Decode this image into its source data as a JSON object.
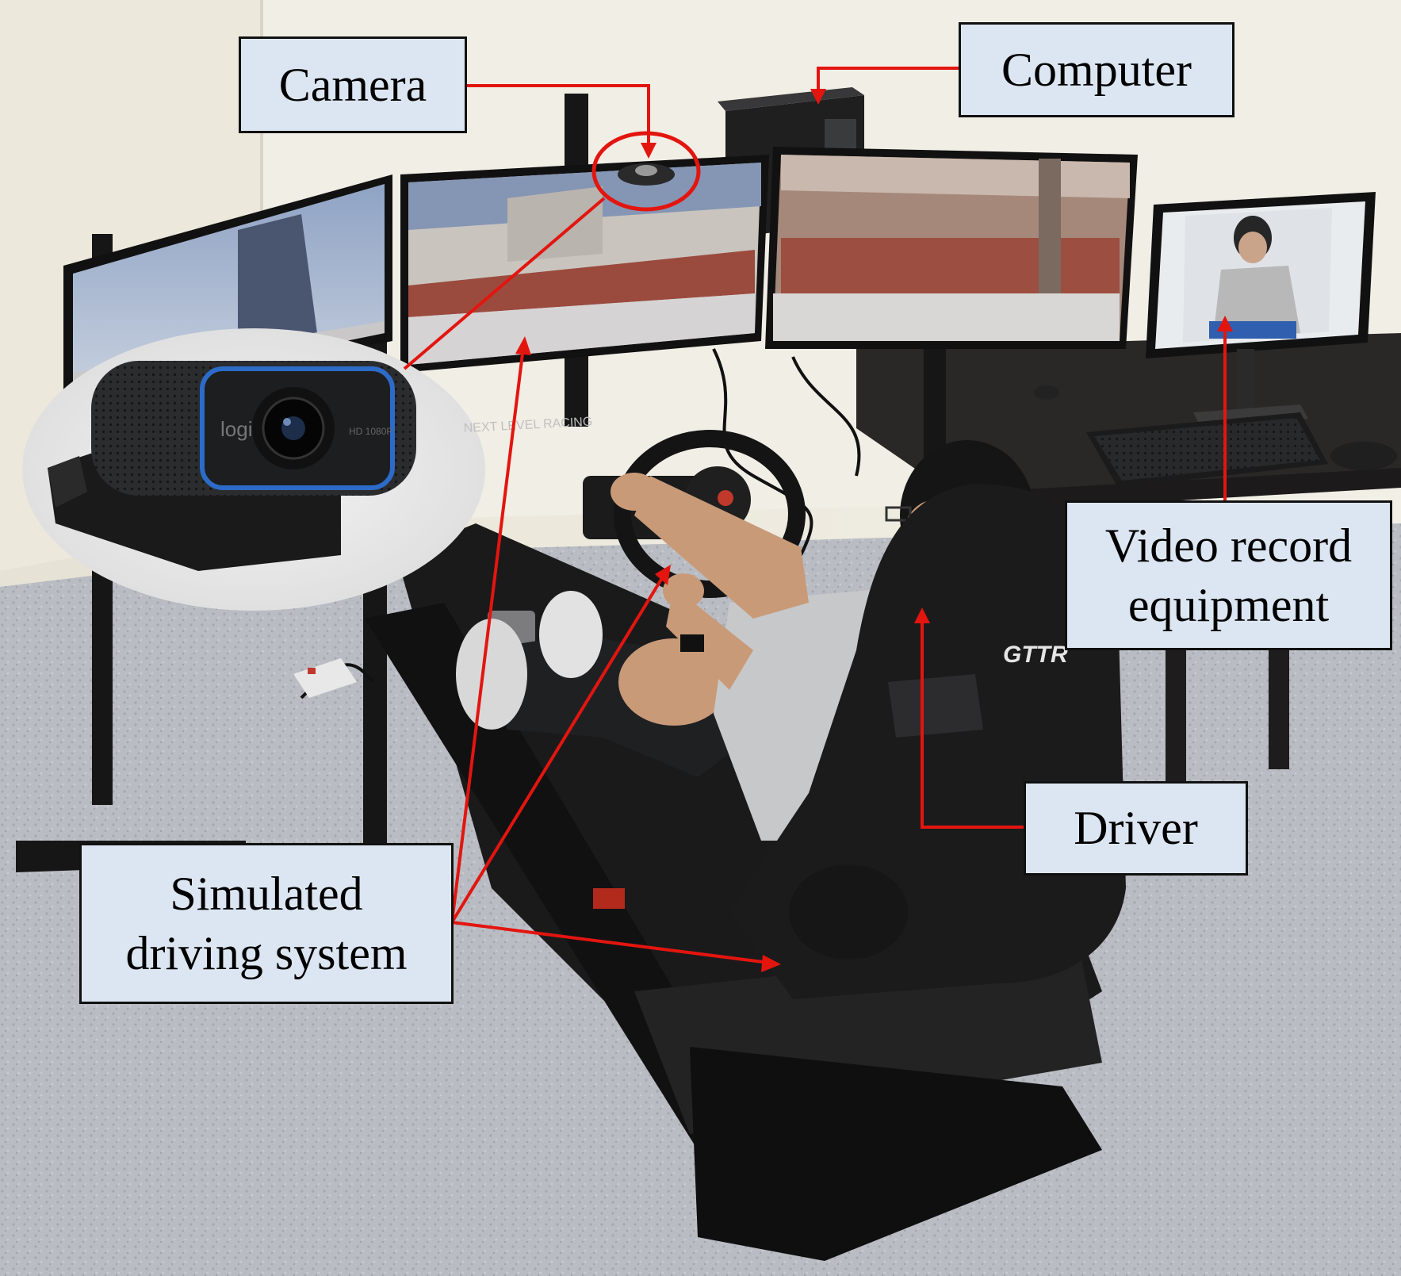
{
  "labels": {
    "camera": "Camera",
    "computer": "Computer",
    "video_record": [
      "Video record",
      "equipment"
    ],
    "driver": "Driver",
    "simulated": [
      "Simulated",
      "driving system"
    ]
  },
  "webcam_inset": {
    "brand_text": "logi",
    "model_text": "HD 1080P"
  },
  "seat_brand_text": "GTTR",
  "rig_brand_text": "NEXT LEVEL RACING",
  "colors": {
    "label_fill": "#dce6f2",
    "label_border": "#111111",
    "arrow": "#e3150f"
  }
}
